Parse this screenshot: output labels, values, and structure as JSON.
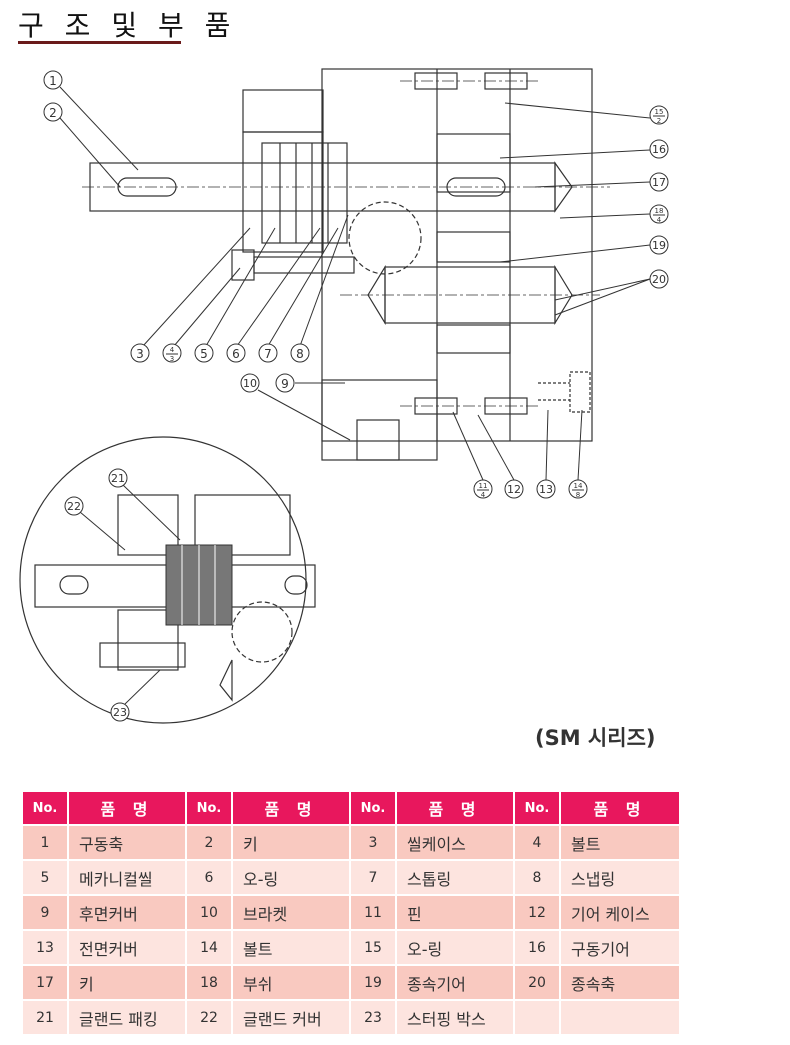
{
  "title": "구 조 및 부 품",
  "series_label": "(SM 시리즈)",
  "callouts": {
    "c1": "1",
    "c2": "2",
    "c3": "3",
    "c4a": "4",
    "c4b": "3",
    "c5": "5",
    "c6": "6",
    "c7": "7",
    "c8": "8",
    "c9": "9",
    "c10": "10",
    "c11a": "11",
    "c11b": "4",
    "c12": "12",
    "c13": "13",
    "c14a": "14",
    "c14b": "8",
    "c15a": "15",
    "c15b": "2",
    "c16": "16",
    "c17": "17",
    "c18a": "18",
    "c18b": "4",
    "c19": "19",
    "c20": "20",
    "c21": "21",
    "c22": "22",
    "c23": "23"
  },
  "table": {
    "header_no": "No.",
    "header_name": "품 명",
    "rows": [
      [
        {
          "no": "1",
          "name": "구동축"
        },
        {
          "no": "2",
          "name": "키"
        },
        {
          "no": "3",
          "name": "씰케이스"
        },
        {
          "no": "4",
          "name": "볼트"
        }
      ],
      [
        {
          "no": "5",
          "name": "메카니컬씰"
        },
        {
          "no": "6",
          "name": "오-링"
        },
        {
          "no": "7",
          "name": "스톱링"
        },
        {
          "no": "8",
          "name": "스냅링"
        }
      ],
      [
        {
          "no": "9",
          "name": "후면커버"
        },
        {
          "no": "10",
          "name": "브라켓"
        },
        {
          "no": "11",
          "name": "핀"
        },
        {
          "no": "12",
          "name": "기어 케이스"
        }
      ],
      [
        {
          "no": "13",
          "name": "전면커버"
        },
        {
          "no": "14",
          "name": "볼트"
        },
        {
          "no": "15",
          "name": "오-링"
        },
        {
          "no": "16",
          "name": "구동기어"
        }
      ],
      [
        {
          "no": "17",
          "name": "키"
        },
        {
          "no": "18",
          "name": "부쉬"
        },
        {
          "no": "19",
          "name": "종속기어"
        },
        {
          "no": "20",
          "name": "종속축"
        }
      ],
      [
        {
          "no": "21",
          "name": "글랜드 패킹"
        },
        {
          "no": "22",
          "name": "글랜드 커버"
        },
        {
          "no": "23",
          "name": "스터핑 박스"
        },
        {
          "no": "",
          "name": ""
        }
      ]
    ]
  }
}
